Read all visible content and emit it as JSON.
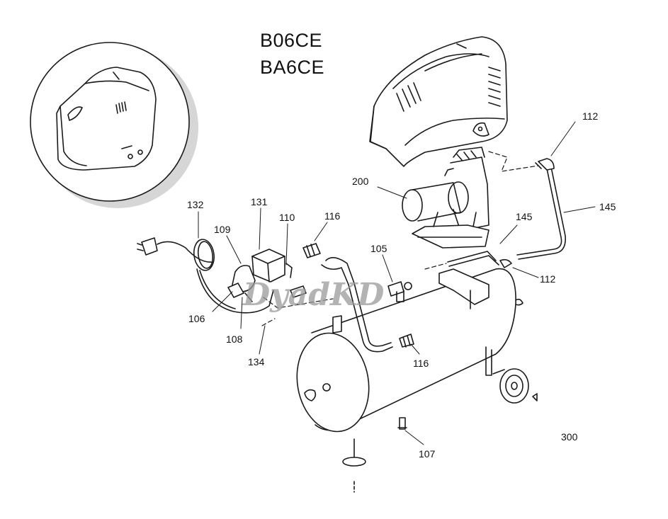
{
  "title": {
    "line1": "B06CE",
    "line2": "BA6CE"
  },
  "watermark": "DyadKD",
  "callouts": {
    "c112a": "112",
    "c145a": "145",
    "c200": "200",
    "c145b": "145",
    "c112b": "112",
    "c132": "132",
    "c131": "131",
    "c110": "110",
    "c116a": "116",
    "c109": "109",
    "c105": "105",
    "c106": "106",
    "c108": "108",
    "c134": "134",
    "c116b": "116",
    "c300": "300",
    "c107": "107"
  },
  "colors": {
    "line": "#1a1a1a",
    "shade": "#9a9a9a",
    "watermark": "#9a9a9a"
  }
}
